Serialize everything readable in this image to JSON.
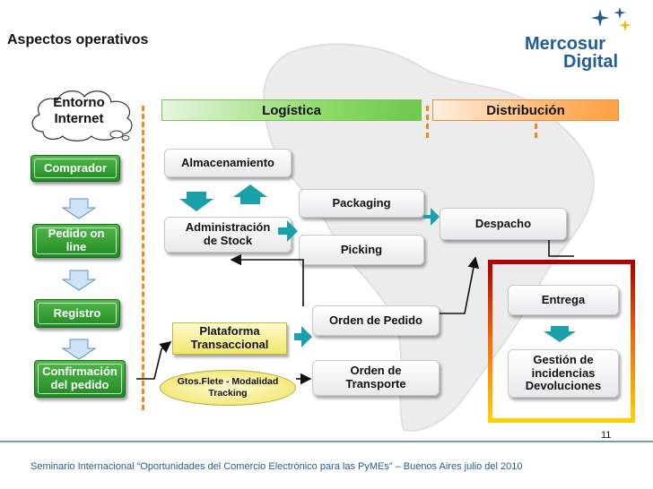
{
  "title": "Aspectos operativos",
  "logo": {
    "line1": "Mercosur",
    "line2": "Digital"
  },
  "cloud": {
    "text": "Entorno Internet"
  },
  "left_column": [
    {
      "key": "comprador",
      "label": "Comprador"
    },
    {
      "key": "pedido",
      "label": "Pedido on line"
    },
    {
      "key": "registro",
      "label": "Registro"
    },
    {
      "key": "confirmacion",
      "label": "Confirmación del pedido"
    }
  ],
  "banners": {
    "logistica": "Logística",
    "distribucion": "Distribución"
  },
  "boxes": {
    "almacenamiento": "Almacenamiento",
    "administracion": "Administración de Stock",
    "packaging": "Packaging",
    "picking": "Picking",
    "despacho": "Despacho",
    "orden_pedido": "Orden de Pedido",
    "orden_transporte": "Orden de Transporte",
    "entrega": "Entrega",
    "gestion": "Gestión de incidencias Devoluciones"
  },
  "plataforma": "Plataforma Transaccional",
  "gtos": "Gtos.Flete - Modalidad Tracking",
  "page_number": "11",
  "footer": "Seminario Internacional “Oportunidades del Comercio Electrónico para las PyMEs” – Buenos Aires julio del 2010",
  "colors": {
    "green": "#2e9a2c",
    "teal_arrow": "#1aa0a8",
    "orange_dash": "#f08a1c",
    "red_frame": "#c00000",
    "logo_blue": "#1f5c99"
  }
}
